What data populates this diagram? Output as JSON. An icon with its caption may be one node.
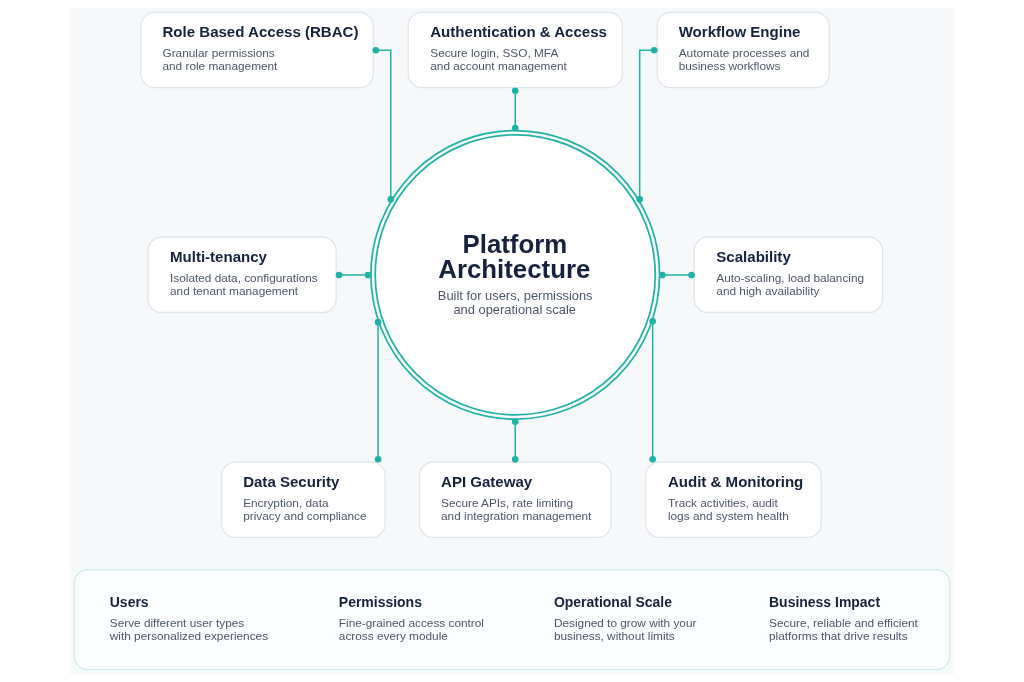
{
  "diagram": {
    "nodes": [
      {
        "text": [
          "Platform Architecture",
          "Built for users, permissions and operational scale"
        ]
      },
      {
        "text": [
          "Authentication & Access",
          "Secure login, SSO, MFA and account management"
        ]
      },
      {
        "text": [
          "Role Based Access (RBAC)",
          "Granular permissions and role management"
        ]
      },
      {
        "text": [
          "Workflow Engine",
          "Automate processes and business workflows"
        ]
      },
      {
        "text": [
          "Multi-tenancy",
          "Isolated data, configurations and tenant management"
        ]
      },
      {
        "text": [
          "Scalability",
          "Auto-scaling, load balancing and high availability"
        ]
      },
      {
        "text": [
          "Data Security",
          "Encryption, data privacy and compliance"
        ]
      },
      {
        "text": [
          "Audit & Monitoring",
          "Track activities, audit logs and system health"
        ]
      },
      {
        "text": [
          "API Gateway",
          "Secure APIs, rate limiting and integration management"
        ]
      },
      {
        "text": [],
        "shape": "box"
      },
      {
        "text": [
          "Users",
          "Serve different user types with personalized experiences"
        ],
        "in": 9
      },
      {
        "text": [
          "Permissions",
          "Fine-grained access control across every module"
        ],
        "in": 9
      },
      {
        "text": [
          "Operational Scale",
          "Designed to grow with your business, without limits"
        ],
        "in": 9
      },
      {
        "text": [
          "Business Impact",
          "Secure, reliable and efficient platforms that drive results"
        ],
        "in": 9
      }
    ],
    "edges": [
      {
        "from": 1,
        "to": 0,
        "arrow": "other"
      },
      {
        "from": 2,
        "to": 0,
        "arrow": "other"
      },
      {
        "from": 3,
        "to": 0,
        "arrow": "other"
      },
      {
        "from": 4,
        "to": 0,
        "arrow": "other"
      },
      {
        "from": 0,
        "to": 5,
        "arrow": "other"
      },
      {
        "from": 0,
        "to": 6,
        "arrow": "other"
      },
      {
        "from": 0,
        "to": 7,
        "arrow": "other"
      },
      {
        "from": 0,
        "to": 8,
        "arrow": "other"
      }
    ]
  }
}
